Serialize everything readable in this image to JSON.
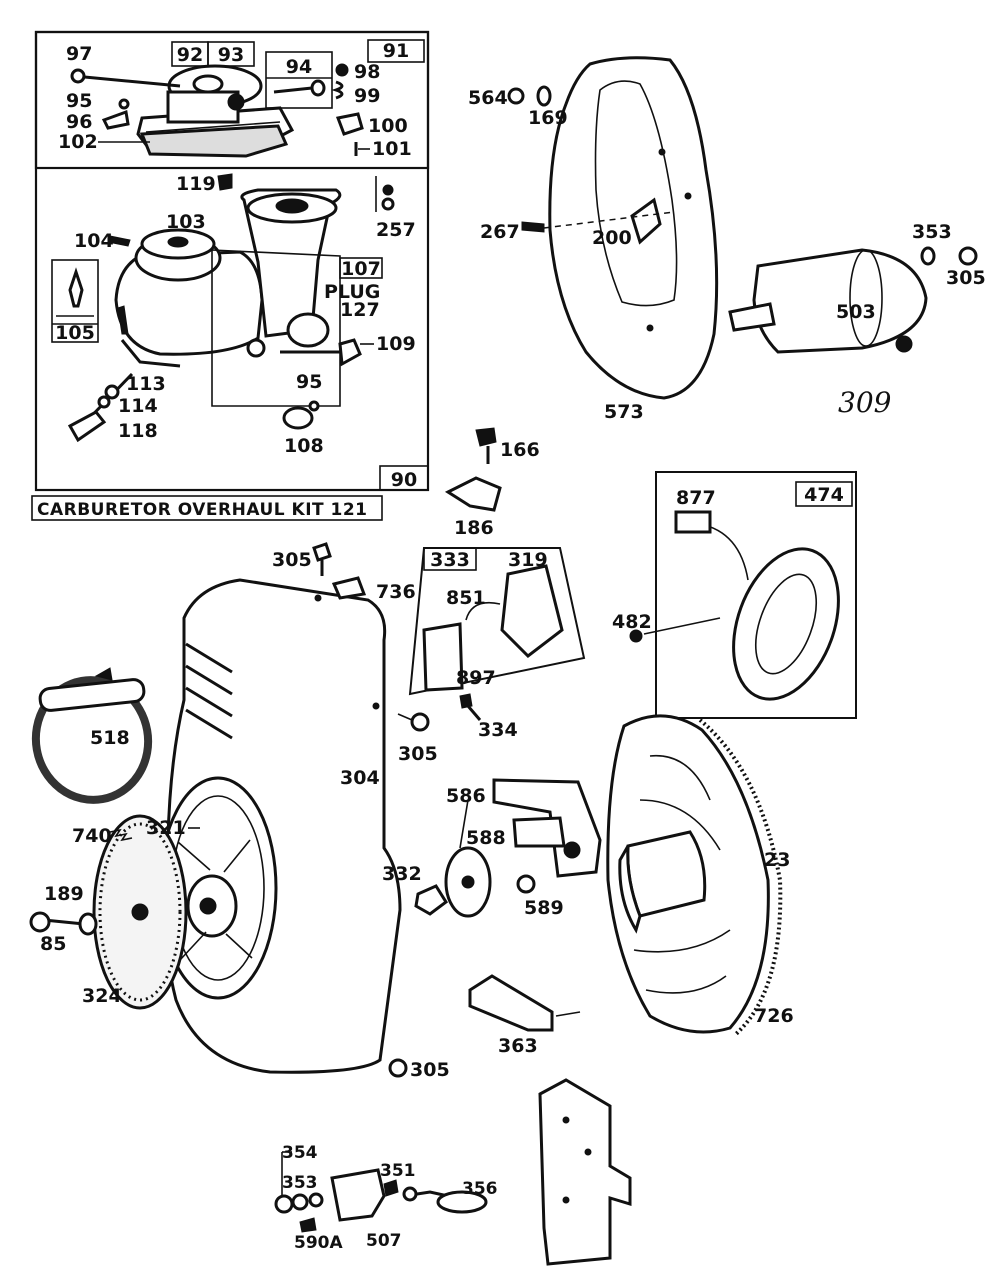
{
  "kit_label": "CARBURETOR OVERHAUL KIT 121",
  "handwritten_label": "309",
  "plug_label": "PLUG",
  "boxes": [
    "91",
    "92",
    "93",
    "94",
    "90",
    "105",
    "107",
    "333",
    "474"
  ],
  "callouts": {
    "c97": "97",
    "c95a": "95",
    "c96": "96",
    "c102": "102",
    "c98": "98",
    "c99": "99",
    "c100": "100",
    "c101": "101",
    "c119": "119",
    "c257": "257",
    "c103": "103",
    "c104": "104",
    "c127": "127",
    "c109": "109",
    "c113": "113",
    "c114": "114",
    "c118": "118",
    "c95b": "95",
    "c108": "108",
    "c564": "564",
    "c169": "169",
    "c267": "267",
    "c200": "200",
    "c573": "573",
    "c353a": "353",
    "c305a": "305",
    "c503": "503",
    "c166": "166",
    "c186": "186",
    "c305b": "305",
    "c736": "736",
    "c319": "319",
    "c851": "851",
    "c897": "897",
    "c334": "334",
    "c305c": "305",
    "c877": "877",
    "c482": "482",
    "c518": "518",
    "c304": "304",
    "c321": "321",
    "c740": "740",
    "c189": "189",
    "c85": "85",
    "c324": "324",
    "c586": "586",
    "c332": "332",
    "c588": "588",
    "c589": "589",
    "c23": "23",
    "c726": "726",
    "c363": "363",
    "c305d": "305",
    "c354": "354",
    "c353b": "353",
    "c351": "351",
    "c356": "356",
    "c590a": "590A",
    "c507": "507"
  }
}
